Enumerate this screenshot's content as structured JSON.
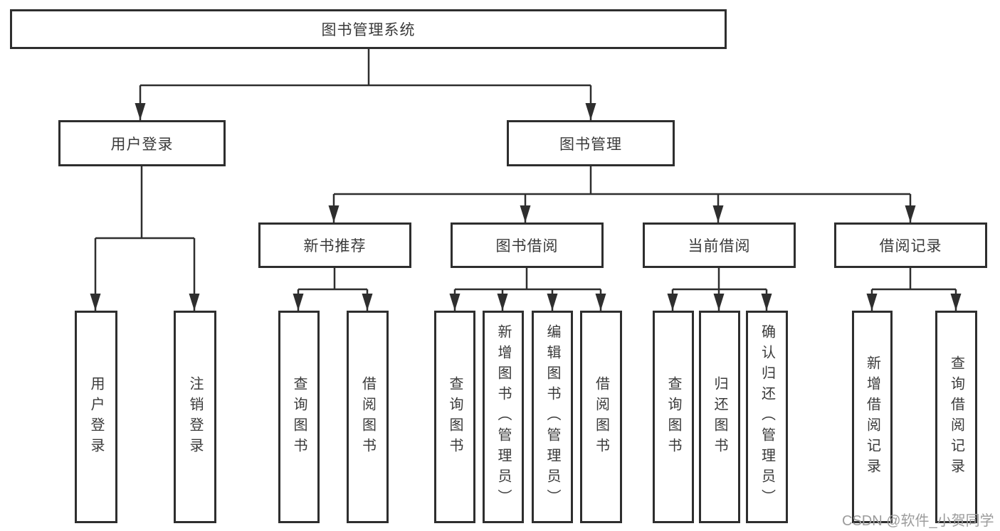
{
  "diagram_title": "图书管理系统",
  "nodes": {
    "root": "图书管理系统",
    "user_login": "用户登录",
    "book_mgmt": "图书管理",
    "new_book_rec": "新书推荐",
    "book_borrow": "图书借阅",
    "current_borrow": "当前借阅",
    "borrow_records": "借阅记录",
    "leaf_user_login": "用户登录",
    "leaf_logout": "注销登录",
    "leaf_newbook_query": "查询图书",
    "leaf_newbook_borrow": "借阅图书",
    "leaf_borrow_query": "查询图书",
    "leaf_borrow_add": "新增图书（管理员）",
    "leaf_borrow_edit": "编辑图书（管理员）",
    "leaf_borrow_borrow": "借阅图书",
    "leaf_current_query": "查询图书",
    "leaf_current_return": "归还图书",
    "leaf_current_confirm": "确认归还（管理员）",
    "leaf_records_add": "新增借阅记录",
    "leaf_records_query": "查询借阅记录"
  },
  "structure": {
    "图书管理系统": {
      "用户登录": [
        "用户登录",
        "注销登录"
      ],
      "图书管理": {
        "新书推荐": [
          "查询图书",
          "借阅图书"
        ],
        "图书借阅": [
          "查询图书",
          "新增图书（管理员）",
          "编辑图书（管理员）",
          "借阅图书"
        ],
        "当前借阅": [
          "查询图书",
          "归还图书",
          "确认归还（管理员）"
        ],
        "借阅记录": [
          "新增借阅记录",
          "查询借阅记录"
        ]
      }
    }
  },
  "watermark": {
    "text": "CSDN @软件_小贺同学"
  },
  "colors": {
    "line": "#2e2e2e",
    "box_border": "#2e2e2e",
    "text": "#3a3a3a",
    "watermark": "#9c9c9c",
    "background": "#ffffff"
  }
}
